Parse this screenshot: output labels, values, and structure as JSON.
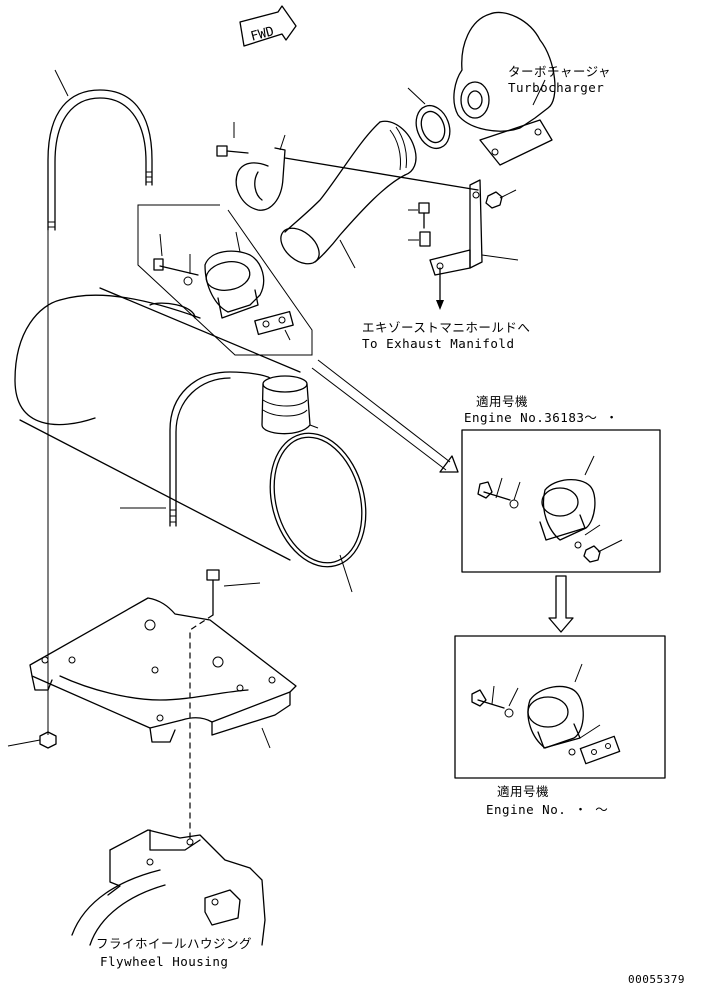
{
  "fwd_label": "FWD",
  "labels": {
    "turbocharger_jp": "ターボチャージャ",
    "turbocharger_en": "Turbocharger",
    "exhaust_manifold_jp": "エキゾーストマニホールドへ",
    "exhaust_manifold_en": "To Exhaust Manifold",
    "applicable_upper_jp": "適用号機",
    "applicable_upper_en": "Engine No.36183〜  ・",
    "applicable_lower_jp": "適用号機",
    "applicable_lower_en": "Engine No.  ・  〜",
    "flywheel_jp": "フライホイールハウジング",
    "flywheel_en": "Flywheel Housing"
  },
  "drawing_number": "00055379"
}
